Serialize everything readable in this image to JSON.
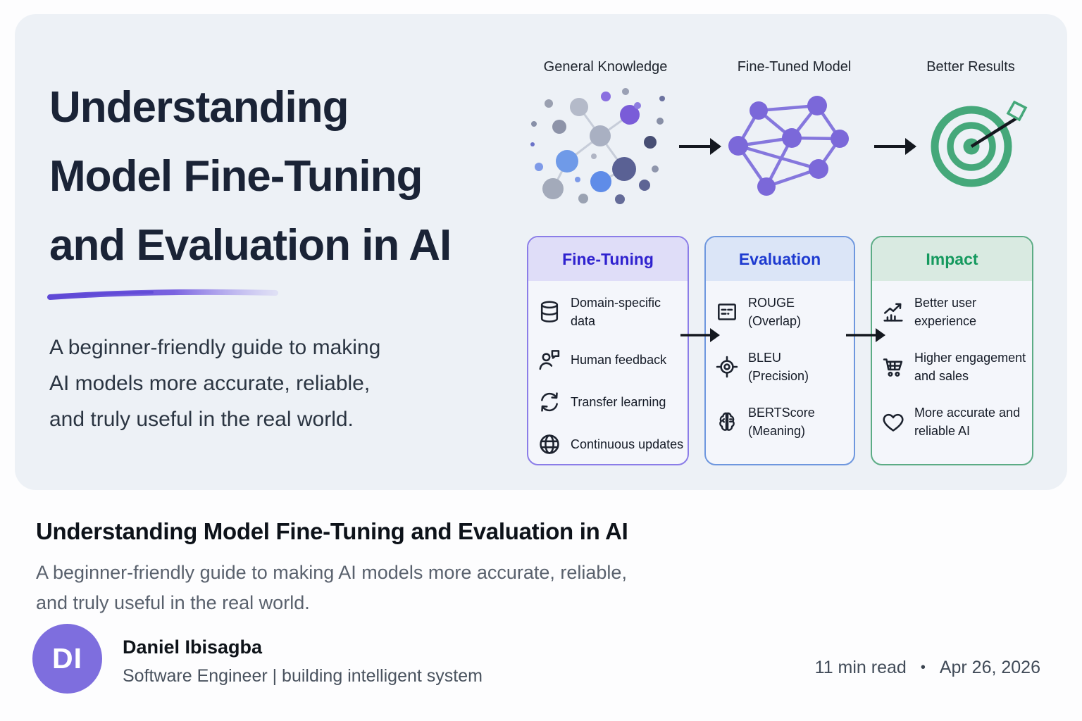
{
  "hero": {
    "title_lines": [
      "Understanding",
      "Model Fine-Tuning",
      "and Evaluation in AI"
    ],
    "subtitle_lines": [
      "A beginner-friendly guide to making",
      "AI models more accurate, reliable,",
      "and truly useful in the real world."
    ]
  },
  "diagram": {
    "stages": [
      {
        "label": "General Knowledge",
        "icon": "knowledge-scatter-icon"
      },
      {
        "label": "Fine-Tuned Model",
        "icon": "fine-tuned-network-icon"
      },
      {
        "label": "Better Results",
        "icon": "target-arrow-icon"
      }
    ]
  },
  "cards": [
    {
      "title": "Fine-Tuning",
      "title_color": "#2f22cf",
      "header_bg": "#dfddf8",
      "border_color": "#8b7de8",
      "items": [
        {
          "icon": "database-icon",
          "label": "Domain-specific data"
        },
        {
          "icon": "human-feedback-icon",
          "label": "Human feedback"
        },
        {
          "icon": "refresh-icon",
          "label": "Transfer learning"
        },
        {
          "icon": "globe-icon",
          "label": "Continuous updates"
        }
      ]
    },
    {
      "title": "Evaluation",
      "title_color": "#1d3ad0",
      "header_bg": "#dbe5f7",
      "border_color": "#6e97de",
      "items": [
        {
          "icon": "document-lines-icon",
          "label": "ROUGE (Overlap)"
        },
        {
          "icon": "crosshair-icon",
          "label": "BLEU (Precision)"
        },
        {
          "icon": "brain-icon",
          "label": "BERTScore (Meaning)"
        }
      ]
    },
    {
      "title": "Impact",
      "title_color": "#15995e",
      "header_bg": "#d9eae1",
      "border_color": "#5cac85",
      "items": [
        {
          "icon": "growth-chart-icon",
          "label": "Better user experience"
        },
        {
          "icon": "shopping-cart-icon",
          "label": "Higher engagement and sales"
        },
        {
          "icon": "heart-icon",
          "label": "More accurate and reliable AI"
        }
      ]
    }
  ],
  "article": {
    "title": "Understanding Model Fine-Tuning and Evaluation in AI",
    "subtitle_lines": [
      "A beginner-friendly guide to making AI models more accurate, reliable,",
      "and truly useful in the real world."
    ],
    "author": {
      "initials": "DI",
      "name": "Daniel Ibisagba",
      "role": "Software Engineer | building intelligent system",
      "avatar_color": "#7e6ede"
    },
    "meta": {
      "read_time": "11 min read",
      "separator": "•",
      "date": "Apr 26, 2026"
    }
  },
  "colors": {
    "banner_bg": "#edf1f6",
    "network_purple": "#7b68d9",
    "target_green": "#45a87a",
    "underline_purple": "#5f49d6",
    "arrow_black": "#14181f"
  }
}
